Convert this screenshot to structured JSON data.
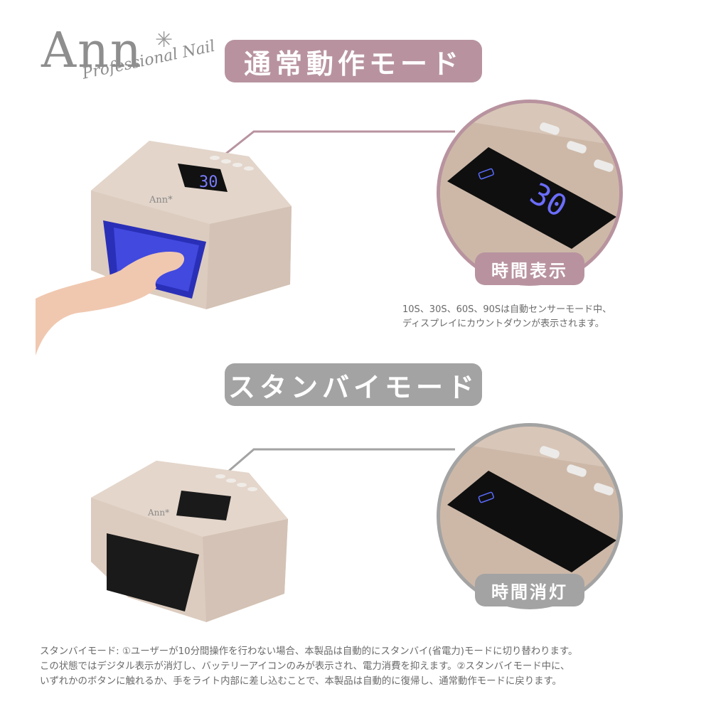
{
  "logo": {
    "brand": "Ann",
    "star": "✳",
    "tagline": "Professional Nail"
  },
  "sections": {
    "normal": {
      "title": "通常動作モード",
      "color": "#b8939f",
      "display_value": "30",
      "circle_label": "時間表示",
      "caption_line1": "10S、30S、60S、90Sは自動センサーモード中、",
      "caption_line2": "ディスプレイにカウントダウンが表示されます。"
    },
    "standby": {
      "title": "スタンバイモード",
      "color": "#a3a3a3",
      "circle_label": "時間消灯"
    }
  },
  "product": {
    "body_color": "#dfcfc3",
    "display_color": "#111111",
    "led_color": "#6a6cff",
    "lamp_brand": "Ann*"
  },
  "footer": {
    "line1": "スタンバイモード: ①ユーザーが10分間操作を行わない場合、本製品は自動的にスタンバイ(省電力)モードに切り替わります。",
    "line2": "この状態ではデジタル表示が消灯し、バッテリーアイコンのみが表示され、電力消費を抑えます。②スタンバイモード中に、",
    "line3": "いずれかのボタンに触れるか、手をライト内部に差し込むことで、本製品は自動的に復帰し、通常動作モードに戻ります。"
  }
}
